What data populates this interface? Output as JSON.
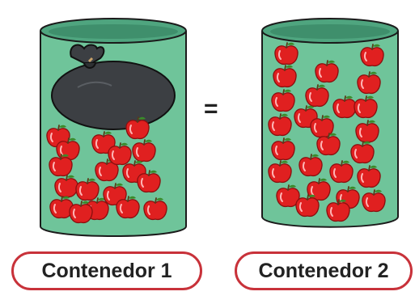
{
  "equals_sign": "=",
  "containers": [
    {
      "label": "Contenedor 1",
      "contents": [
        "bag-of-apples",
        "apples"
      ]
    },
    {
      "label": "Contenedor 2",
      "contents": [
        "apples"
      ]
    }
  ],
  "colors": {
    "container_fill": "#6fc49a",
    "container_rim": "#4fa57f",
    "outline": "#1b1b1b",
    "apple": "#e02020",
    "bag": "#3c3f43",
    "label_border": "#c8323a"
  }
}
